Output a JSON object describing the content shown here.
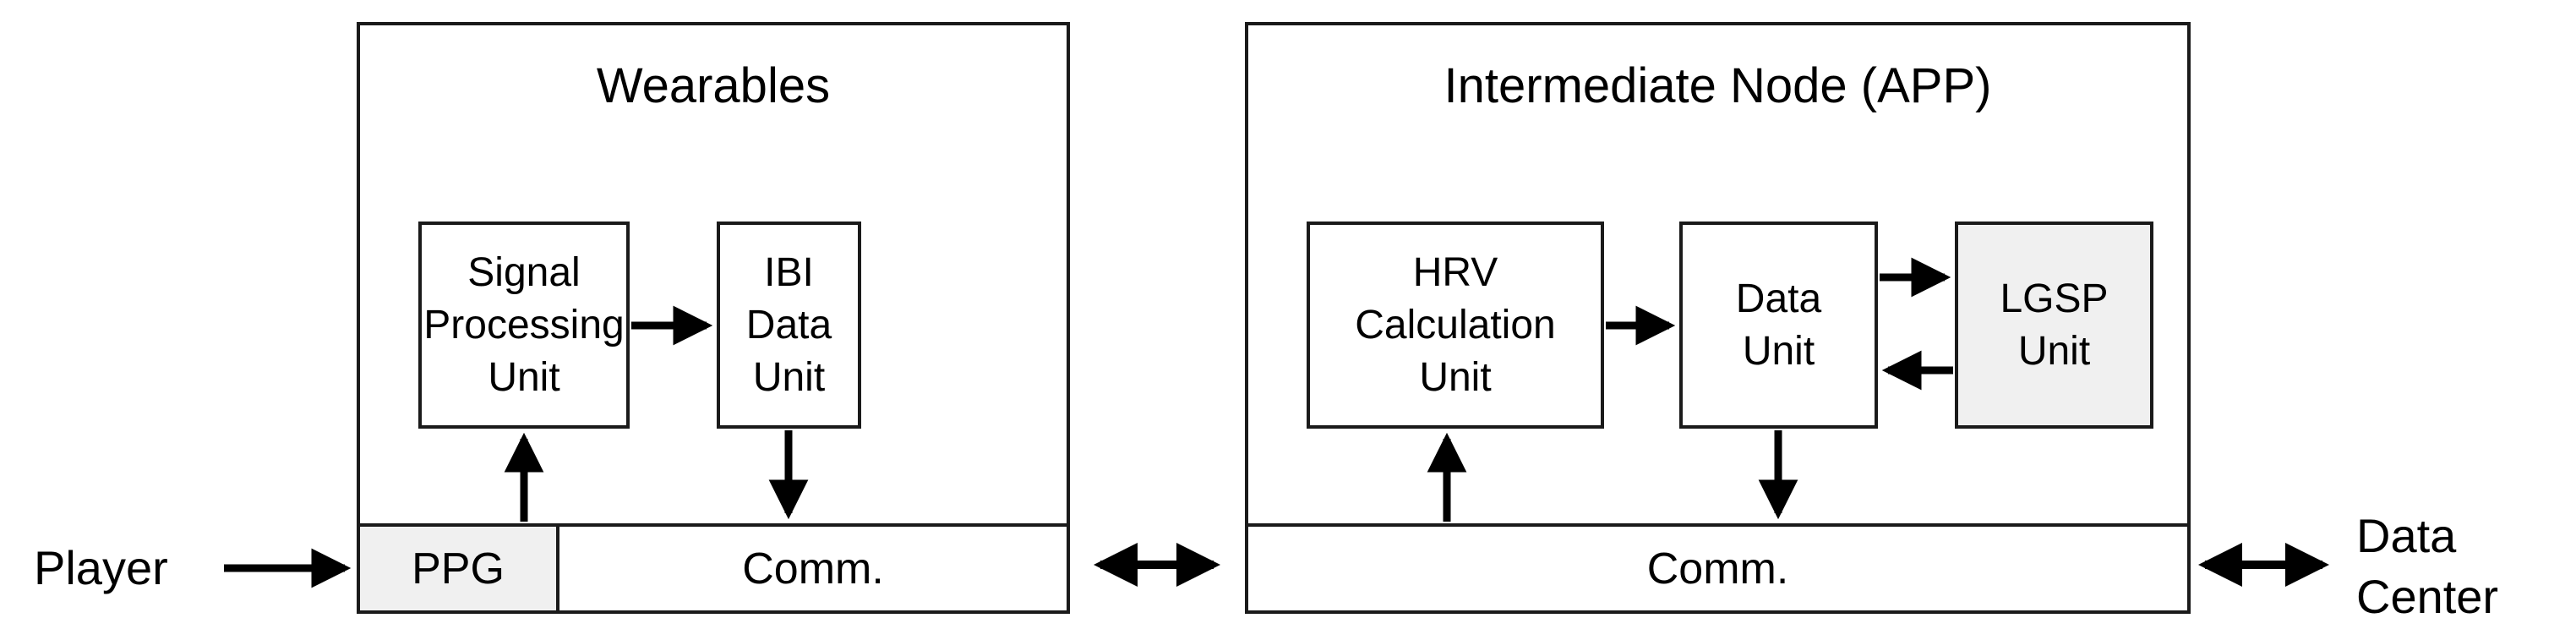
{
  "figure": {
    "type": "block-diagram",
    "caption_free_text": {
      "player": "Player",
      "data_center_line1": "Data",
      "data_center_line2": "Center"
    }
  },
  "panels": [
    {
      "id": "wearables",
      "title": "Wearables",
      "units": [
        {
          "id": "signal-processing-unit",
          "lines": [
            "Signal",
            "Processing",
            "Unit"
          ],
          "fill": "#ffffff"
        },
        {
          "id": "ibi-data-unit",
          "lines": [
            "IBI",
            "Data",
            "Unit"
          ],
          "fill": "#ffffff"
        }
      ],
      "bars": [
        {
          "id": "ppg",
          "label": "PPG",
          "fill": "#f0f0f0"
        },
        {
          "id": "comm-wearables",
          "label": "Comm.",
          "fill": "#ffffff"
        }
      ]
    },
    {
      "id": "intermediate-node",
      "title": "Intermediate Node (APP)",
      "units": [
        {
          "id": "hrv-calculation-unit",
          "lines": [
            "HRV",
            "Calculation",
            "Unit"
          ],
          "fill": "#ffffff"
        },
        {
          "id": "data-unit",
          "lines": [
            "Data",
            "Unit"
          ],
          "fill": "#ffffff"
        },
        {
          "id": "lgsp-unit",
          "lines": [
            "LGSP",
            "Unit"
          ],
          "fill": "#f0f0f0"
        }
      ],
      "bars": [
        {
          "id": "comm-intermediate",
          "label": "Comm.",
          "fill": "#ffffff"
        }
      ]
    }
  ],
  "connections": [
    {
      "id": "player-to-ppg",
      "from": "Player",
      "to": "PPG",
      "style": "single-arrow-right"
    },
    {
      "id": "ppg-to-signal-processing",
      "from": "PPG",
      "to": "Signal Processing Unit",
      "style": "single-arrow-up"
    },
    {
      "id": "signal-processing-to-ibi",
      "from": "Signal Processing Unit",
      "to": "IBI Data Unit",
      "style": "single-arrow-right"
    },
    {
      "id": "ibi-to-comm",
      "from": "IBI Data Unit",
      "to": "Comm.",
      "style": "single-arrow-down"
    },
    {
      "id": "wearables-to-intermediate",
      "from": "Wearables Comm.",
      "to": "Intermediate Node Comm.",
      "style": "double-arrow-horizontal"
    },
    {
      "id": "comm-to-hrv",
      "from": "Comm.",
      "to": "HRV Calculation Unit",
      "style": "single-arrow-up"
    },
    {
      "id": "hrv-to-data-unit",
      "from": "HRV Calculation Unit",
      "to": "Data Unit",
      "style": "single-arrow-right"
    },
    {
      "id": "data-unit-to-lgsp",
      "from": "Data Unit",
      "to": "LGSP Unit",
      "style": "single-arrow-right"
    },
    {
      "id": "lgsp-to-data-unit",
      "from": "LGSP Unit",
      "to": "Data Unit",
      "style": "single-arrow-left"
    },
    {
      "id": "data-unit-to-comm",
      "from": "Data Unit",
      "to": "Comm.",
      "style": "single-arrow-down"
    },
    {
      "id": "intermediate-to-data-center",
      "from": "Intermediate Node Comm.",
      "to": "Data Center",
      "style": "double-arrow-horizontal"
    }
  ],
  "colors": {
    "stroke": "#1a1a1a",
    "shaded_fill": "#f0f0f0",
    "background": "#ffffff"
  }
}
